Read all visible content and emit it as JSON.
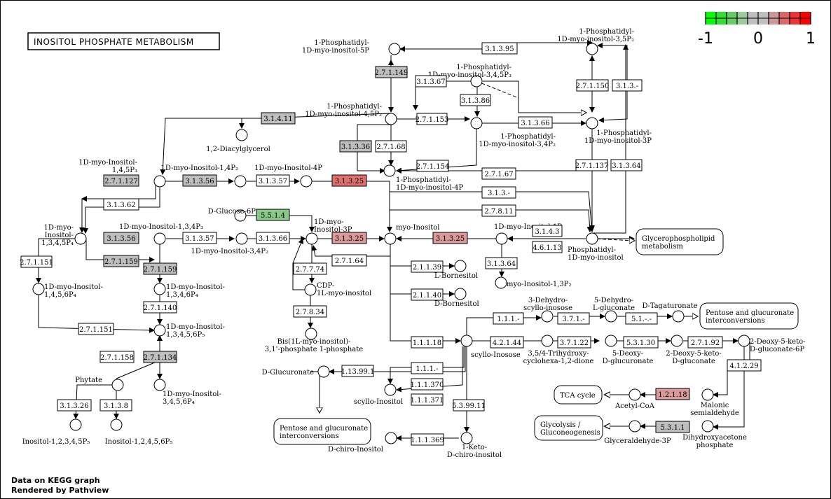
{
  "title": "INOSITOL PHOSPHATE METABOLISM",
  "footer": {
    "line1": "Data on KEGG graph",
    "line2": "Rendered by Pathview"
  },
  "legend": {
    "labels": [
      "-1",
      "0",
      "1"
    ],
    "colors": [
      "#00ff00",
      "#33dd33",
      "#66cc66",
      "#99cc99",
      "#bebebe",
      "#bebebe",
      "#cc9999",
      "#dd6666",
      "#ee3333",
      "#ff0000"
    ]
  },
  "enzyme_colors": {
    "grey": "#bebebe",
    "green": "#88c888",
    "pink": "#d99a9a",
    "red": "#e07070",
    "white": "#ffffff"
  },
  "enzymes": [
    {
      "label": "3.1.3.95"
    },
    {
      "label": "2.7.1.149"
    },
    {
      "label": "3.1.3.67"
    },
    {
      "label": "3.1.3.86"
    },
    {
      "label": "2.7.1.150"
    },
    {
      "label": "3.1.3.-"
    },
    {
      "label": "3.1.4.11"
    },
    {
      "label": "2.7.1.153"
    },
    {
      "label": "3.1.3.66"
    },
    {
      "label": "3.1.3.36"
    },
    {
      "label": "2.7.1.68"
    },
    {
      "label": "2.7.1.154"
    },
    {
      "label": "2.7.1.137"
    },
    {
      "label": "3.1.3.64"
    },
    {
      "label": "2.7.1.67"
    },
    {
      "label": "2.7.1.127"
    },
    {
      "label": "3.1.3.56"
    },
    {
      "label": "3.1.3.57"
    },
    {
      "label": "3.1.3.25"
    },
    {
      "label": "3.1.3.-"
    },
    {
      "label": "3.1.3.62"
    },
    {
      "label": "2.7.8.11"
    },
    {
      "label": "5.5.1.4"
    },
    {
      "label": "3.1.4.3"
    },
    {
      "label": "3.1.3.56"
    },
    {
      "label": "3.1.3.57"
    },
    {
      "label": "3.1.3.66"
    },
    {
      "label": "3.1.3.25"
    },
    {
      "label": "3.1.3.25"
    },
    {
      "label": "4.6.1.13"
    },
    {
      "label": "2.7.1.159"
    },
    {
      "label": "2.7.1.159"
    },
    {
      "label": "2.7.7.74"
    },
    {
      "label": "2.7.1.64"
    },
    {
      "label": "2.1.1.39"
    },
    {
      "label": "3.1.3.64"
    },
    {
      "label": "2.7.1.151"
    },
    {
      "label": "2.7.1.140"
    },
    {
      "label": "2.1.1.40"
    },
    {
      "label": "2.7.8.34"
    },
    {
      "label": "2.7.1.151"
    },
    {
      "label": "1.1.1.-"
    },
    {
      "label": "3.7.1.-"
    },
    {
      "label": "5.1.-.-"
    },
    {
      "label": "1.1.1.18"
    },
    {
      "label": "4.2.1.44"
    },
    {
      "label": "3.7.1.22"
    },
    {
      "label": "5.3.1.30"
    },
    {
      "label": "2.7.1.92"
    },
    {
      "label": "2.7.1.158"
    },
    {
      "label": "2.7.1.134"
    },
    {
      "label": "1.13.99.1"
    },
    {
      "label": "1.1.1.-"
    },
    {
      "label": "4.1.2.29"
    },
    {
      "label": "1.1.1.370"
    },
    {
      "label": "1.1.1.371"
    },
    {
      "label": "1.2.1.18"
    },
    {
      "label": "3.1.3.26"
    },
    {
      "label": "3.1.3.8"
    },
    {
      "label": "5.3.99.11"
    },
    {
      "label": "5.3.1.1"
    },
    {
      "label": "1.1.1.369"
    }
  ],
  "compounds": [
    {
      "lines": [
        "1-Phosphatidyl-",
        "1D-myo-inositol-5P"
      ]
    },
    {
      "lines": [
        "1-Phosphatidyl-",
        "1D-myo-inositol-3,5P₂"
      ]
    },
    {
      "lines": [
        "1-Phosphatidyl-",
        "1D-myo-inositol-3,4,5P₃"
      ]
    },
    {
      "lines": [
        "1-Phosphatidyl-",
        "1D-myo-inositol-4,5P₂"
      ]
    },
    {
      "lines": [
        "1,2-Diacylglycerol"
      ]
    },
    {
      "lines": [
        "1-Phosphatidyl-",
        "1D-myo-inositol-3,4P₂"
      ]
    },
    {
      "lines": [
        "1-Phosphatidyl-",
        "1D-myo-inositol-3P"
      ]
    },
    {
      "lines": [
        "1D-myo-Inositol-",
        "1,4,5P₃"
      ]
    },
    {
      "lines": [
        "1D-myo-Inositol-1,4P₂"
      ]
    },
    {
      "lines": [
        "1D-myo-Inositol-4P"
      ]
    },
    {
      "lines": [
        "1-Phosphatidyl-",
        "1D-myo-inositol-4P"
      ]
    },
    {
      "lines": [
        "D-Glucose-6P"
      ]
    },
    {
      "lines": [
        "1D-myo-",
        "Inositol-3P"
      ]
    },
    {
      "lines": [
        "1D-myo-",
        "Inositol-",
        "1,3,4,5P₄"
      ]
    },
    {
      "lines": [
        "1D-myo-Inositol-1,3,4P₃"
      ]
    },
    {
      "lines": [
        "1D-myo-Inositol-3,4P₂"
      ]
    },
    {
      "lines": [
        "myo-Inositol"
      ]
    },
    {
      "lines": [
        "1D-myo-Inositol-1P"
      ]
    },
    {
      "lines": [
        "Phosphatidyl-",
        "1D-myo-inositol"
      ]
    },
    {
      "lines": [
        "L-Bornesitol"
      ]
    },
    {
      "lines": [
        "myo-Inositol-1,3P₂"
      ]
    },
    {
      "lines": [
        "D-Bornesitol"
      ]
    },
    {
      "lines": [
        "CDP-",
        "1L-myo-inositol"
      ]
    },
    {
      "lines": [
        "1D-myo-Inositol-",
        "1,4,5,6P₄"
      ]
    },
    {
      "lines": [
        "1D-myo-Inositol-",
        "1,3,4,6P₄"
      ]
    },
    {
      "lines": [
        "1D-myo-Inositol-",
        "1,3,4,5,6P₅"
      ]
    },
    {
      "lines": [
        "Bis(1L-myo-inositol)-",
        "3,1'-phosphate 1-phosphate"
      ]
    },
    {
      "lines": [
        "3-Dehydro-",
        "scyllo-inosose"
      ]
    },
    {
      "lines": [
        "5-Dehydro-",
        "L-gluconate"
      ]
    },
    {
      "lines": [
        "D-Tagaturonate"
      ]
    },
    {
      "lines": [
        "2-Deoxy-5-keto-",
        "D-gluconate-6P"
      ]
    },
    {
      "lines": [
        "scyllo-Inosose"
      ]
    },
    {
      "lines": [
        "3,5/4-Trihydroxy-",
        "cyclohexa-1,2-dione"
      ]
    },
    {
      "lines": [
        "5-Deoxy-",
        "D-glucuronate"
      ]
    },
    {
      "lines": [
        "2-Deoxy-5-keto-",
        "D-gluconate"
      ]
    },
    {
      "lines": [
        "D-Glucuronate"
      ]
    },
    {
      "lines": [
        "Phytate"
      ]
    },
    {
      "lines": [
        "1D-myo-Inositol-",
        "3,4,5,6P₄"
      ]
    },
    {
      "lines": [
        "scyllo-Inositol"
      ]
    },
    {
      "lines": [
        "Acetyl-CoA"
      ]
    },
    {
      "lines": [
        "Malonic",
        "semialdehyde"
      ]
    },
    {
      "lines": [
        "Inositol-1,2,3,4,5P₅"
      ]
    },
    {
      "lines": [
        "Inositol-1,2,4,5,6P₅"
      ]
    },
    {
      "lines": [
        "D-chiro-Inositol"
      ]
    },
    {
      "lines": [
        "1-Keto-",
        "D-chiro-inositol"
      ]
    },
    {
      "lines": [
        "Glyceraldehyde-3P"
      ]
    },
    {
      "lines": [
        "Dihydroxyacetone",
        "phosphate"
      ]
    }
  ],
  "maps": [
    {
      "lines": [
        "Glycerophospholipid",
        "metabolism"
      ]
    },
    {
      "lines": [
        "Pentose and glucuronate",
        "interconversions"
      ]
    },
    {
      "lines": [
        "Pentose and glucuronate",
        "interconversions"
      ]
    },
    {
      "lines": [
        "TCA cycle"
      ]
    },
    {
      "lines": [
        "Glycolysis /",
        "Gluconeogenesis"
      ]
    }
  ]
}
